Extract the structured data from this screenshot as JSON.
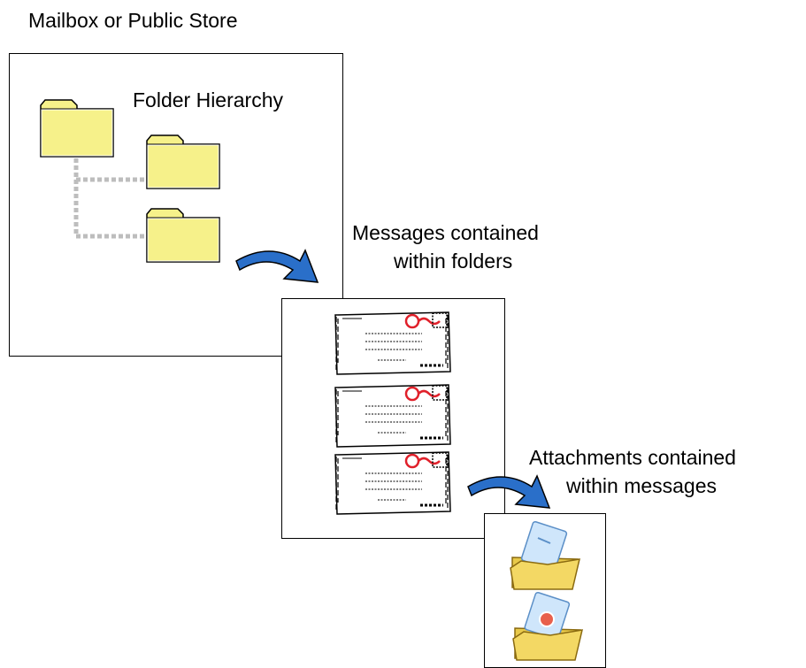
{
  "store_label": "Mailbox or Public Store",
  "hierarchy_label": "Folder Hierarchy",
  "messages_label_line1": "Messages contained",
  "messages_label_line2": "within folders",
  "attachments_label_line1": "Attachments contained",
  "attachments_label_line2": "within messages",
  "colors": {
    "folder_fill": "#f6f18a",
    "arrow_fill": "#2a6fc9",
    "connector": "#bdbdbd",
    "stamp_red": "#e0202a"
  },
  "icons": [
    "folder-icon",
    "curved-arrow-icon",
    "envelope-icon",
    "attachment-folder-icon"
  ]
}
